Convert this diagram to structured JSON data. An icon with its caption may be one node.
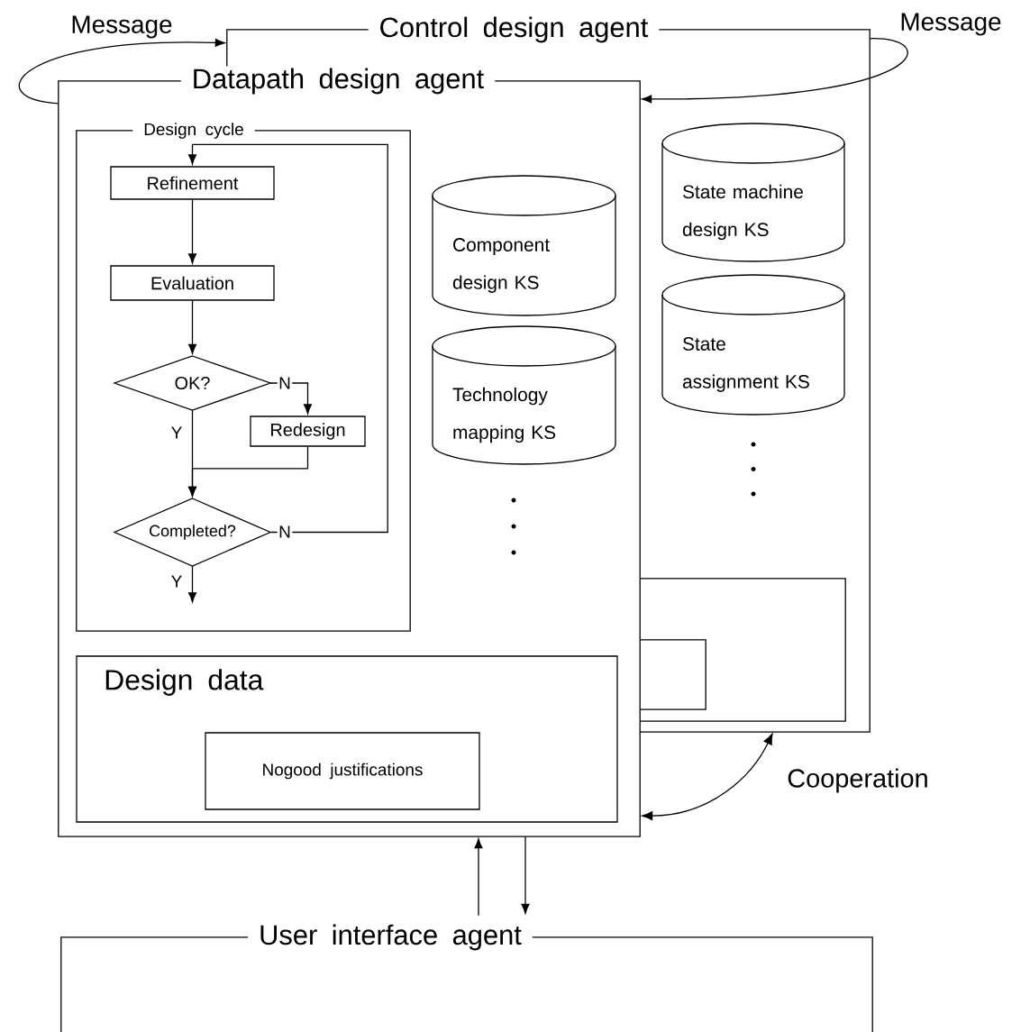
{
  "diagram": {
    "nodes": [
      {
        "text": [
          "Control design agent"
        ]
      },
      {
        "text": [
          "Datapath design agent"
        ]
      },
      {
        "text": [
          "Design cycle"
        ],
        "in": 1
      },
      {
        "text": [
          "Refinement"
        ],
        "in": 2
      },
      {
        "text": [
          "Evaluation"
        ],
        "in": 2
      },
      {
        "text": [
          "OK?"
        ],
        "in": 2
      },
      {
        "text": [
          "Redesign"
        ]
      },
      {
        "text": [
          "Completed?"
        ],
        "in": 2
      },
      {
        "text": [
          "Component design KS"
        ]
      },
      {
        "text": [
          "Technology mapping KS"
        ]
      },
      {
        "text": [
          "State machine design KS"
        ],
        "in": 0
      },
      {
        "text": [
          "State assignment KS"
        ],
        "in": 0
      },
      {
        "text": [
          "Design data"
        ],
        "in": 1
      },
      {
        "text": [
          "Nogood justifications"
        ],
        "in": 12
      },
      {
        "text": [],
        "shape": "box",
        "in": 0
      },
      {
        "text": [],
        "shape": "box",
        "in": 14
      },
      {
        "text": [
          "User interface agent"
        ]
      }
    ],
    "edges": [
      {
        "from": 3,
        "to": 4,
        "arrow": "to"
      },
      {
        "from": 4,
        "to": 5,
        "arrow": "to"
      },
      {
        "from": 5,
        "to": 6,
        "arrow": "to",
        "label": "N"
      },
      {
        "from": 5,
        "to": 7,
        "arrow": "to",
        "label": "Y"
      },
      {
        "from": 6,
        "to": 7,
        "arrow": "to"
      },
      {
        "from": 7,
        "to": 3,
        "arrow": "to",
        "label": "N"
      },
      {
        "from": 7,
        "to": null,
        "arrow": "to",
        "label": "Y"
      },
      {
        "from": 1,
        "to": 0,
        "arrow": "to",
        "label": "Message"
      },
      {
        "from": 0,
        "to": 1,
        "arrow": "to",
        "label": "Message"
      },
      {
        "from": 1,
        "to": 0,
        "arrow": "both",
        "label": "Cooperation"
      },
      {
        "from": 16,
        "to": 1,
        "arrow": "to"
      },
      {
        "from": 1,
        "to": 16,
        "arrow": "to"
      }
    ]
  }
}
